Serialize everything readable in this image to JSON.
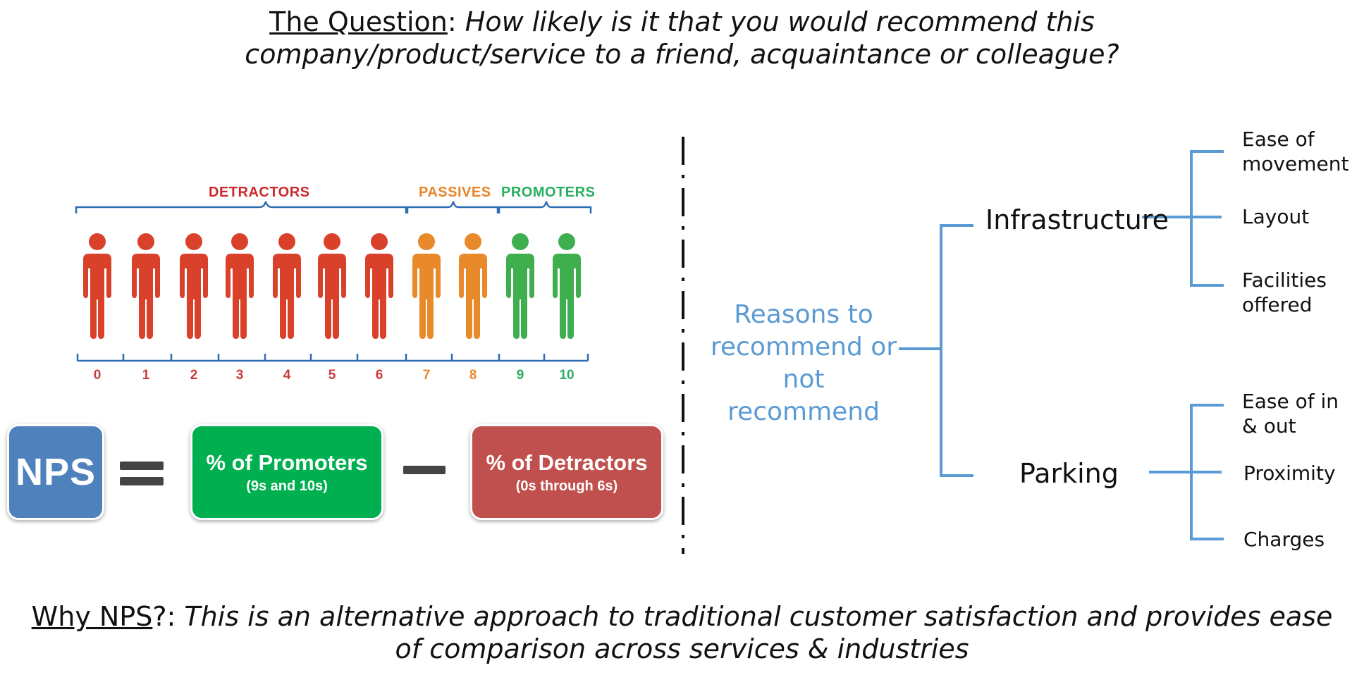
{
  "question": {
    "label": "The Question",
    "sep": ":",
    "text_line1": "How likely is it that you would recommend this",
    "text_line2": "company/product/service to a friend, acquaintance or colleague?"
  },
  "why": {
    "label": "Why NPS",
    "sep": "?:",
    "text_line1": "This is an alternative approach to traditional customer satisfaction and provides ease",
    "text_line2": "of comparison across services & industries"
  },
  "scale": {
    "categories": [
      {
        "name": "DETRACTORS",
        "color": "#cc2a2a"
      },
      {
        "name": "PASSIVES",
        "color": "#e8852a"
      },
      {
        "name": "PROMOTERS",
        "color": "#27ae60"
      }
    ],
    "ticks": [
      {
        "label": "0",
        "group": "detractor"
      },
      {
        "label": "1",
        "group": "detractor"
      },
      {
        "label": "2",
        "group": "detractor"
      },
      {
        "label": "3",
        "group": "detractor"
      },
      {
        "label": "4",
        "group": "detractor"
      },
      {
        "label": "5",
        "group": "detractor"
      },
      {
        "label": "6",
        "group": "detractor"
      },
      {
        "label": "7",
        "group": "passive"
      },
      {
        "label": "8",
        "group": "passive"
      },
      {
        "label": "9",
        "group": "promoter"
      },
      {
        "label": "10",
        "group": "promoter"
      }
    ],
    "colors": {
      "detractor": "#d9412b",
      "passive": "#e8892a",
      "promoter": "#3fae4f",
      "bracket": "#2e6db4"
    }
  },
  "formula": {
    "nps": {
      "label": "NPS",
      "color": "#4f81bd"
    },
    "promoters": {
      "title": "% of Promoters",
      "sub": "(9s and 10s)",
      "color": "#00b050"
    },
    "detractors": {
      "title": "% of Detractors",
      "sub": "(0s through 6s)",
      "color": "#c0504d"
    }
  },
  "tree": {
    "root_line1": "Reasons to",
    "root_line2": "recommend or",
    "root_line3": "not recommend",
    "line_color": "#5b9bd5",
    "infrastructure": {
      "label": "Infrastructure",
      "leaves": [
        {
          "line1": "Ease of",
          "line2": "movement"
        },
        {
          "line1": "Layout",
          "line2": ""
        },
        {
          "line1": "Facilities",
          "line2": "offered"
        }
      ]
    },
    "parking": {
      "label": "Parking",
      "leaves": [
        {
          "line1": "Ease of in",
          "line2": "& out"
        },
        {
          "line1": "Proximity",
          "line2": ""
        },
        {
          "line1": "Charges",
          "line2": ""
        }
      ]
    }
  }
}
